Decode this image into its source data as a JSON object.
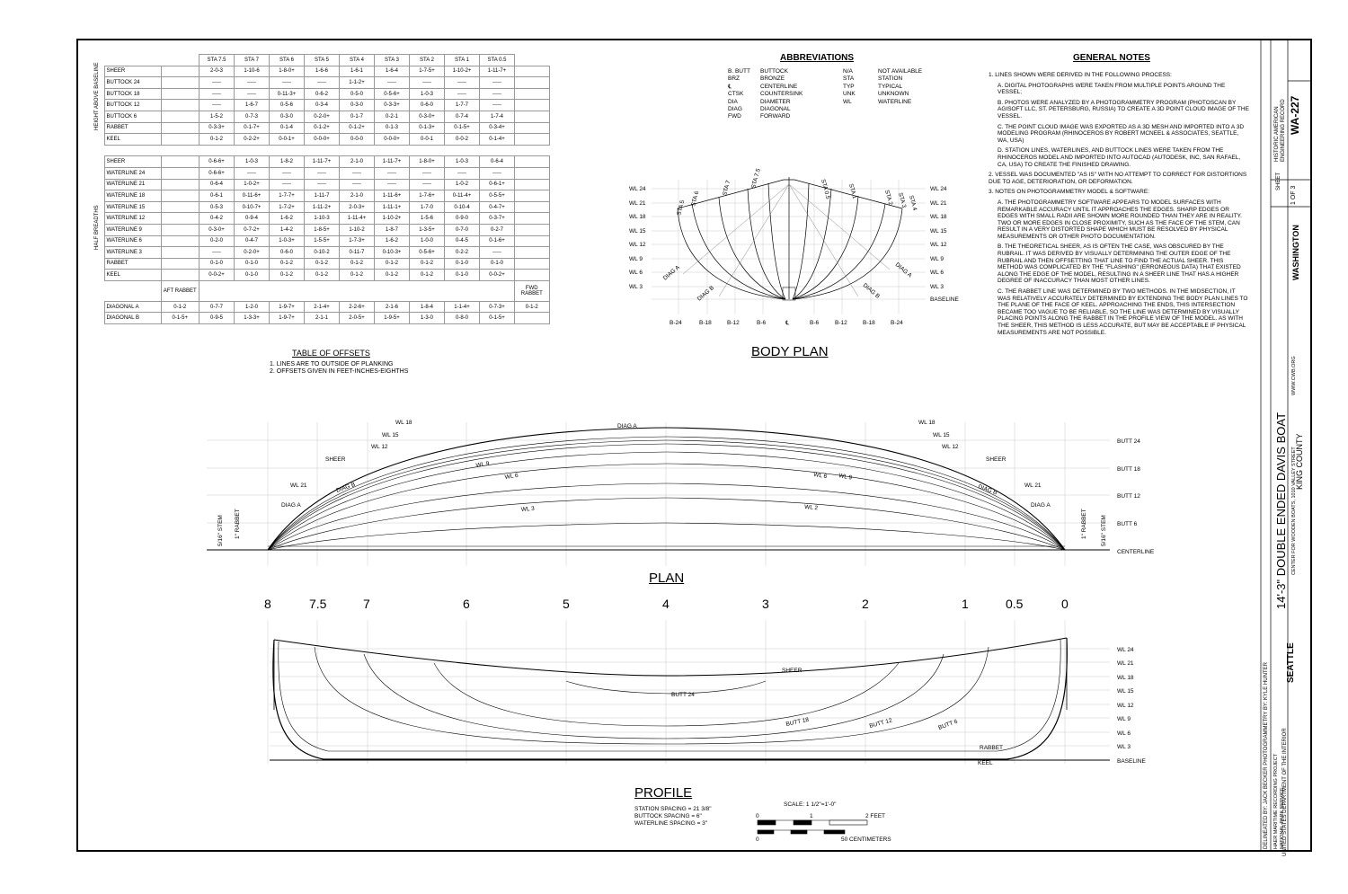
{
  "offsets_table": {
    "station_headers": [
      "STA 7.5",
      "STA 7",
      "STA 6",
      "STA 5",
      "STA 4",
      "STA 3",
      "STA 2",
      "STA 1",
      "STA 0.5"
    ],
    "height_group_label": "HEIGHT ABOVE BASELINE",
    "height_rows": [
      {
        "label": "SHEER",
        "values": [
          "2-0-3",
          "1-10-6",
          "1-8-0+",
          "1-6-6",
          "1-6-1",
          "1-6-4",
          "1-7-5+",
          "1-10-2+",
          "1-11-7+"
        ]
      },
      {
        "label": "BUTTOCK 24",
        "values": [
          "-----",
          "-----",
          "-----",
          "-----",
          "1-1-2+",
          "-----",
          "-----",
          "-----",
          "-----"
        ]
      },
      {
        "label": "BUTTOCK 18",
        "values": [
          "-----",
          "-----",
          "0-11-3+",
          "0-6-2",
          "0-5-0",
          "0-5-6+",
          "1-0-3",
          "-----",
          "-----"
        ]
      },
      {
        "label": "BUTTOCK 12",
        "values": [
          "-----",
          "1-6-7",
          "0-5-6",
          "0-3-4",
          "0-3-0",
          "0-3-3+",
          "0-6-0",
          "1-7-7",
          "-----"
        ]
      },
      {
        "label": "BUTTOCK 6",
        "values": [
          "1-5-2",
          "0-7-3",
          "0-3-0",
          "0-2-0+",
          "0-1-7",
          "0-2-1",
          "0-3-0+",
          "0-7-4",
          "1-7-4"
        ]
      },
      {
        "label": "RABBET",
        "values": [
          "0-3-3+",
          "0-1-7+",
          "0-1-4",
          "0-1-2+",
          "0-1-2+",
          "0-1-3",
          "0-1-3+",
          "0-1-5+",
          "0-3-4+"
        ]
      },
      {
        "label": "KEEL",
        "values": [
          "0-1-2",
          "0-2-2+",
          "0-0-1+",
          "0-0-0+",
          "0-0-0",
          "0-0-0+",
          "0-0-1",
          "0-0-2",
          "0-1-4+"
        ]
      }
    ],
    "breadth_group_label": "HALF BREADTHS",
    "breadth_rows": [
      {
        "label": "SHEER",
        "values": [
          "0-6-6+",
          "1-0-3",
          "1-8-2",
          "1-11-7+",
          "2-1-0",
          "1-11-7+",
          "1-8-0+",
          "1-0-3",
          "0-6-4"
        ]
      },
      {
        "label": "WATERLINE 24",
        "values": [
          "0-6-6+",
          "-----",
          "-----",
          "-----",
          "-----",
          "-----",
          "-----",
          "-----",
          "-----"
        ]
      },
      {
        "label": "WATERLINE 21",
        "values": [
          "0-6-4",
          "1-0-2+",
          "-----",
          "-----",
          "-----",
          "-----",
          "-----",
          "1-0-2",
          "0-6-1+"
        ]
      },
      {
        "label": "WATERLINE 18",
        "values": [
          "0-6-1",
          "0-11-6+",
          "1-7-7+",
          "1-11-7",
          "2-1-0",
          "1-11-6+",
          "1-7-6+",
          "0-11-4+",
          "0-5-5+"
        ]
      },
      {
        "label": "WATERLINE 15",
        "values": [
          "0-5-3",
          "0-10-7+",
          "1-7-2+",
          "1-11-2+",
          "2-0-3+",
          "1-11-1+",
          "1-7-0",
          "0-10-4",
          "0-4-7+"
        ]
      },
      {
        "label": "WATERLINE 12",
        "values": [
          "0-4-2",
          "0-9-4",
          "1-6-2",
          "1-10-3",
          "1-11-4+",
          "1-10-2+",
          "1-5-6",
          "0-9-0",
          "0-3-7+"
        ]
      },
      {
        "label": "WATERLINE 9",
        "values": [
          "0-3-0+",
          "0-7-2+",
          "1-4-2",
          "1-8-5+",
          "1-10-2",
          "1-8-7",
          "1-3-5+",
          "0-7-0",
          "0-2-7"
        ]
      },
      {
        "label": "WATERLINE 6",
        "values": [
          "0-2-0",
          "0-4-7",
          "1-0-3+",
          "1-5-5+",
          "1-7-3+",
          "1-6-2",
          "1-0-0",
          "0-4-5",
          "0-1-6+"
        ]
      },
      {
        "label": "WATERLINE 3",
        "values": [
          "-----",
          "0-2-0+",
          "0-6-0",
          "0-10-2",
          "0-11-7",
          "0-10-3+",
          "0-5-6+",
          "0-2-2",
          "-----"
        ]
      },
      {
        "label": "RABBET",
        "values": [
          "0-1-0",
          "0-1-0",
          "0-1-2",
          "0-1-2",
          "0-1-2",
          "0-1-2",
          "0-1-2",
          "0-1-0",
          "0-1-0"
        ]
      },
      {
        "label": "KEEL",
        "values": [
          "0-0-2+",
          "0-1-0",
          "0-1-2",
          "0-1-2",
          "0-1-2",
          "0-1-2",
          "0-1-2",
          "0-1-0",
          "0-0-2+"
        ]
      }
    ],
    "aft_rabbet_label": "AFT RABBET",
    "fwd_rabbet_label": "FWD RABBET",
    "diagonal_rows": [
      {
        "label": "DIAGONAL A",
        "aft": "0-1-2",
        "values": [
          "0-7-7",
          "1-2-0",
          "1-9-7+",
          "2-1-4+",
          "2-2-6+",
          "2-1-6",
          "1-8-4",
          "1-1-4+",
          "0-7-3+"
        ],
        "fwd": "0-1-2"
      },
      {
        "label": "DIAGONAL B",
        "aft": "0-1-5+",
        "values": [
          "0-9-5",
          "1-3-3+",
          "1-9-7+",
          "2-1-1",
          "2-0-5+",
          "1-9-5+",
          "1-3-0",
          "0-8-0",
          "0-1-5+"
        ],
        "fwd": ""
      }
    ],
    "caption": "TABLE OF OFFSETS",
    "notes": [
      "1.  LINES ARE TO OUTSIDE OF PLANKING",
      "2.  OFFSETS GIVEN IN FEET-INCHES-EIGHTHS"
    ]
  },
  "abbreviations": {
    "title": "ABBREVIATIONS",
    "left": [
      [
        "B. BUTT",
        "BUTTOCK"
      ],
      [
        "BRZ",
        "BRONZE"
      ],
      [
        "℄",
        "CENTERLINE"
      ],
      [
        "CTSK",
        "COUNTERSINK"
      ],
      [
        "DIA",
        "DIAMETER"
      ],
      [
        "DIAG",
        "DIAGONAL"
      ],
      [
        "FWD",
        "FORWARD"
      ]
    ],
    "right": [
      [
        "N/A",
        "NOT AVAILABLE"
      ],
      [
        "STA",
        "STATION"
      ],
      [
        "TYP",
        "TYPICAL"
      ],
      [
        "UNK",
        "UNKNOWN"
      ],
      [
        "WL",
        "WATERLINE"
      ]
    ]
  },
  "general_notes": {
    "title": "GENERAL NOTES",
    "items": [
      "1.  LINES SHOWN WERE DERIVED IN THE FOLLOWING PROCESS:",
      "A.  DIGITAL PHOTOGRAPHS WERE TAKEN FROM MULTIPLE POINTS AROUND THE VESSEL;",
      "B.  PHOTOS WERE ANALYZED BY A PHOTOGRAMMETRY PROGRAM (PHOTOSCAN BY AGISOFT LLC, ST. PETERSBURG, RUSSIA) TO CREATE A 3D POINT CLOUD IMAGE OF THE VESSEL.",
      "C.  THE POINT CLOUD IMAGE WAS EXPORTED AS A 3D MESH AND IMPORTED INTO A 3D MODELING PROGRAM (RHINOCEROS BY ROBERT MCNEEL & ASSOCIATES, SEATTLE, WA, USA)",
      "D.  STATION LINES, WATERLINES, AND BUTTOCK LINES WERE TAKEN FROM THE RHINOCEROS MODEL AND IMPORTED INTO AUTOCAD (AUTODESK, INC, SAN RAFAEL, CA, USA) TO CREATE THE FINISHED DRAWING.",
      "2.  VESSEL WAS DOCUMENTED \"AS IS\" WITH NO ATTEMPT TO CORRECT FOR DISTORTIONS DUE TO AGE, DETERIORATION, OR DEFORMATION.",
      "3.  NOTES ON PHOTOGRAMMETRY MODEL & SOFTWARE:",
      "A.  THE PHOTOGRAMMETRY SOFTWARE APPEARS TO MODEL SURFACES WITH REMARKABLE ACCURACY UNTIL IT APPROACHES THE EDGES.  SHARP EDGES OR EDGES WITH SMALL RADII ARE SHOWN MORE ROUNDED THAN THEY ARE IN REALITY.  TWO OR MORE EDGES IN CLOSE PROXIMITY, SUCH AS THE FACE OF THE STEM, CAN RESULT IN A VERY DISTORTED SHAPE WHICH MUST BE RESOLVED BY PHYSICAL MEASUREMENTS OR OTHER PHOTO DOCUMENTATION.",
      "B.  THE THEORETICAL SHEER, AS IS OFTEN THE CASE, WAS OBSCURED BY THE RUBRAIL.  IT WAS DERIVED BY VISUALLY DETERMINING THE OUTER EDGE OF THE RUBRAIL AND THEN OFFSETTING THAT LINE TO FIND THE ACTUAL SHEER.  THIS METHOD WAS COMPLICATED BY THE \"FLASHING\" (ERRONEOUS DATA) THAT EXISTED ALONG THE EDGE OF THE MODEL, RESULTING IN A SHEER LINE THAT HAS A HIGHER DEGREE OF INACCURACY THAN MOST OTHER LINES.",
      "C.  THE RABBET LINE WAS DETERMINED BY TWO METHODS.  IN THE MIDSECTION, IT WAS RELATIVELY ACCURATELY DETERMINED BY EXTENDING THE BODY PLAN LINES TO THE PLANE OF THE FACE OF KEEL. APPROACHING THE ENDS, THIS INTERSECTION BECAME TOO VAGUE TO BE RELIABLE, SO THE LINE WAS DETERMINED BY VISUALLY PLACING POINTS ALONG THE RABBET IN THE PROFILE VIEW OF THE MODEL.  AS WITH THE SHEER, THIS METHOD IS LESS ACCURATE, BUT MAY BE ACCEPTABLE IF PHYSICAL MEASUREMENTS ARE NOT POSSIBLE."
    ]
  },
  "body_plan": {
    "title": "BODY PLAN",
    "wl_labels": [
      "WL 24",
      "WL 21",
      "WL 18",
      "WL 15",
      "WL 12",
      "WL 9",
      "WL 6",
      "WL 3"
    ],
    "baseline_label": "BASELINE",
    "buttock_labels": [
      "B-24",
      "B-18",
      "B-12",
      "B-6",
      "℄",
      "B-6",
      "B-12",
      "B-18",
      "B-24"
    ],
    "aft_station_labels": [
      "STA 7.5",
      "STA 7",
      "STA 6",
      "STA 5"
    ],
    "fwd_station_labels": [
      "STA 0.5",
      "STA 1",
      "STA 2",
      "STA 3",
      "STA 4"
    ],
    "diag_labels": [
      "DIAG A",
      "DIAG B",
      "DIAG B",
      "DIAG A"
    ]
  },
  "plan": {
    "title": "PLAN",
    "butt_labels": [
      "BUTT 24",
      "BUTT 18",
      "BUTT 12",
      "BUTT 6"
    ],
    "centerline_label": "CENTERLINE",
    "line_labels": [
      "WL 18",
      "WL 15",
      "WL 12",
      "SHEER",
      "WL 21",
      "DIAG B",
      "DIAG A",
      "DIAG A",
      "WL 9",
      "WL 6",
      "WL 3",
      "WL 6",
      "WL 9",
      "WL 2",
      "WL 18",
      "WL 15",
      "WL 12",
      "SHEER",
      "DIAG B",
      "WL 21",
      "DIAG A"
    ],
    "stem_labels": [
      "5/16\" STEM",
      "1\" RABBET",
      "1\" RABBET",
      "5/16\" STEM"
    ]
  },
  "profile": {
    "title": "PROFILE",
    "stations": [
      "8",
      "7.5",
      "7",
      "6",
      "5",
      "4",
      "3",
      "2",
      "1",
      "0.5",
      "0"
    ],
    "wl_labels": [
      "WL 24",
      "WL 21",
      "WL 18",
      "WL 15",
      "WL 12",
      "WL 9",
      "WL 6",
      "WL 3"
    ],
    "baseline_label": "BASELINE",
    "line_labels": [
      "SHEER",
      "BUTT 24",
      "BUTT 18",
      "BUTT 12",
      "BUTT 6",
      "RABBET",
      "KEEL"
    ],
    "spacing": [
      "STATION SPACING = 21 3/8\"",
      "BUTTOCK SPACING = 6\"",
      "WATERLINE SPACING = 3\""
    ]
  },
  "scale": {
    "label": "SCALE:  1 1/2\"=1'-0\"",
    "feet_start": "0",
    "feet_mid": "1",
    "feet_end": "2 FEET",
    "cm_start": "0",
    "cm_end": "50 CENTIMETERS"
  },
  "title_block": {
    "delineated": "DELINEATED BY:  JACK BECKER   PHOTOGRAMMETRY BY:  KYLE HUNTER",
    "project": "HAER MARITIME RECORDING PROJECT",
    "agency": "NATIONAL PARK SERVICE",
    "department": "UNITED STATES DEPARTMENT OF THE INTERIOR",
    "title": "14'-3\" DOUBLE ENDED DAVIS BOAT",
    "subtitle": "CENTER FOR WOODEN BOATS, 1010 VALLEY STREET",
    "url": "WWW.CWB.ORG",
    "city": "SEATTLE",
    "county": "KING COUNTY",
    "state": "WASHINGTON",
    "record": "HISTORIC AMERICAN ENGINEERING RECORD",
    "sheet_label": "SHEET",
    "sheet": "1 OF 3",
    "number": "WA-227"
  }
}
